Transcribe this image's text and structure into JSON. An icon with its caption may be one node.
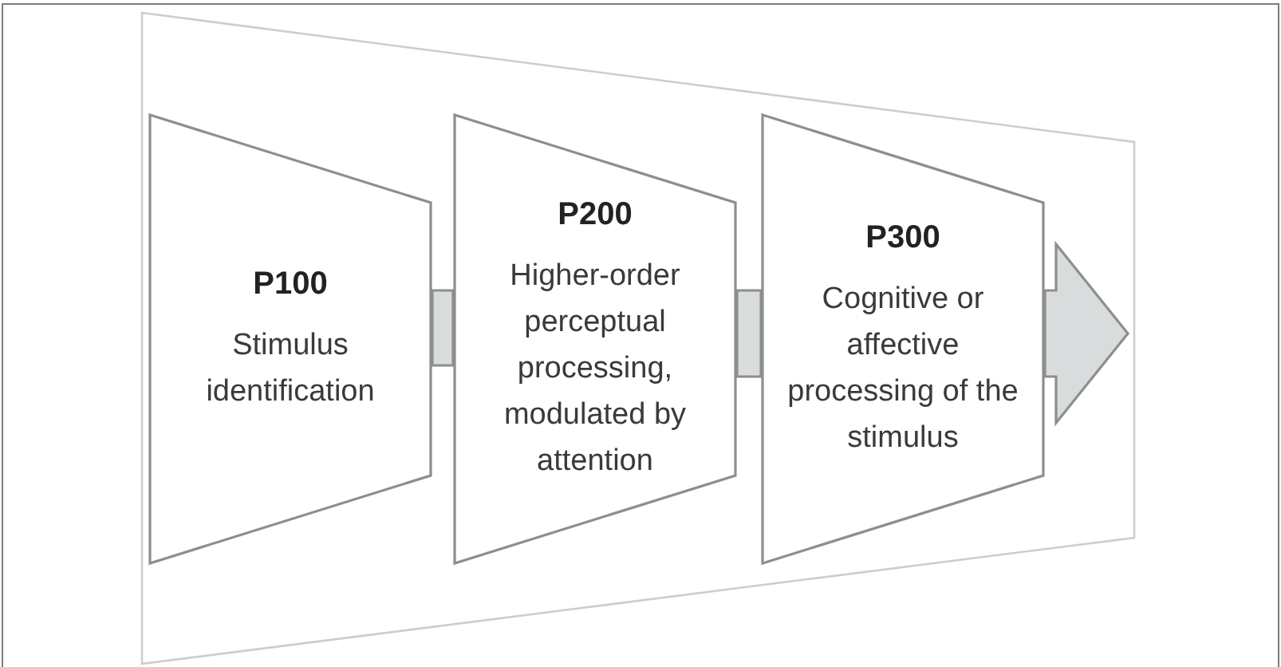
{
  "diagram": {
    "nodes": [
      {
        "text": [],
        "shape": "trapezoid"
      },
      {
        "text": [
          "P100",
          "Stimulus identification"
        ],
        "in": 0
      },
      {
        "text": [
          "P200",
          "Higher-order perceptual processing, modulated by attention"
        ],
        "in": 0
      },
      {
        "text": [
          "P300",
          "Cognitive or affective processing of the stimulus"
        ],
        "in": 0
      }
    ],
    "edges": [
      {
        "from": 1,
        "to": 2,
        "arrow": "none"
      },
      {
        "from": 2,
        "to": 3,
        "arrow": "none"
      },
      {
        "from": 3,
        "to": null,
        "arrow": "to"
      }
    ]
  }
}
